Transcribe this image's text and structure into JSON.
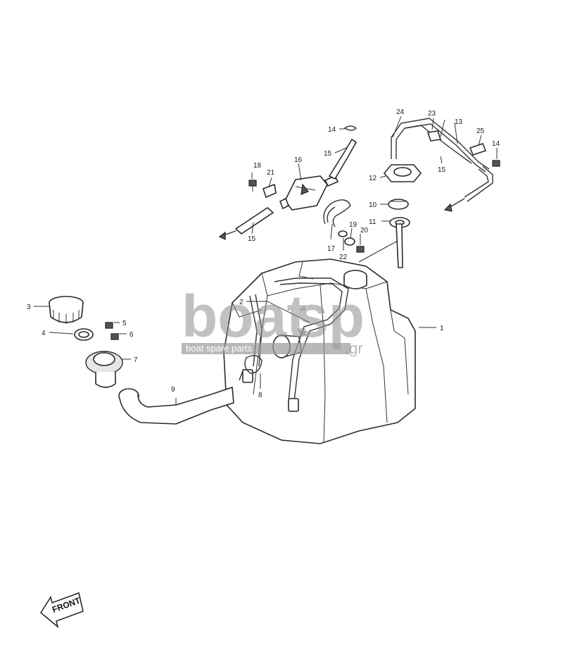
{
  "diagram": {
    "labels": {
      "p1": "1",
      "p2": "2",
      "p3": "3",
      "p4": "4",
      "p5": "5",
      "p6": "6",
      "p7": "7",
      "p8": "8",
      "p9": "9",
      "p10": "10",
      "p11": "11",
      "p12": "12",
      "p13": "13",
      "p14a": "14",
      "p14b": "14",
      "p15a": "15",
      "p15b": "15",
      "p15c": "15",
      "p16": "16",
      "p17": "17",
      "p18": "18",
      "p19": "19",
      "p20": "20",
      "p21": "21",
      "p22": "22",
      "p23": "23",
      "p24": "24",
      "p25": "25"
    },
    "front_label": "FRONT"
  },
  "watermark": {
    "brand_left": "boat",
    "brand_right": "sp",
    "tagline": "boat spare parts",
    "domain": ".gr"
  }
}
